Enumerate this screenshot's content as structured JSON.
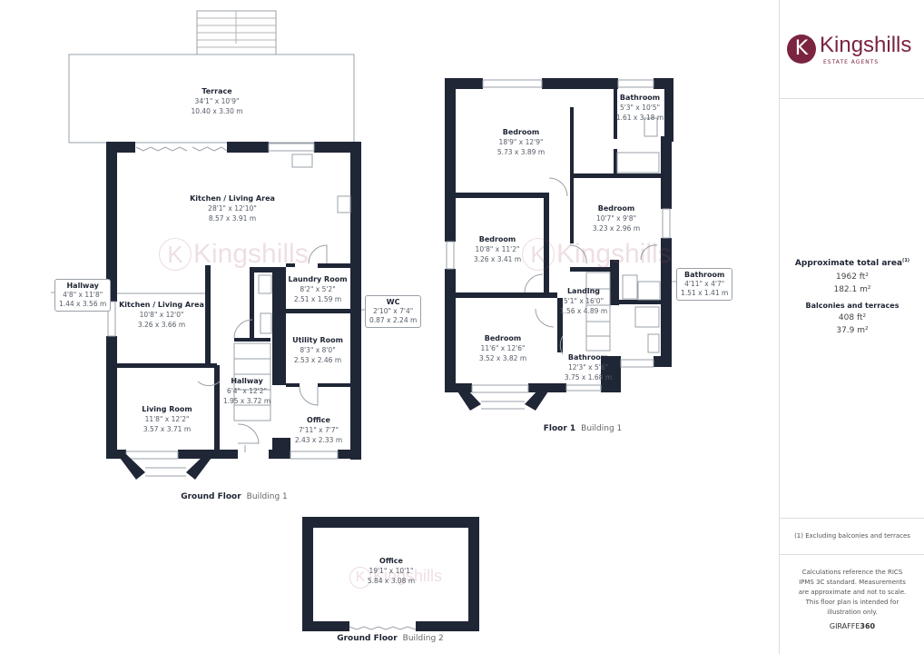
{
  "colors": {
    "wall": "#1f2636",
    "brand": "#7b2440",
    "thin": "#9aa0a8"
  },
  "ground_b1": {
    "caption": {
      "floor": "Ground Floor",
      "building": "Building 1"
    },
    "rooms": [
      {
        "name": "Terrace",
        "imperial": "34'1\" x 10'9\"",
        "metric": "10.40 x 3.30 m"
      },
      {
        "name": "Kitchen / Living Area",
        "imperial": "28'1\" x 12'10\"",
        "metric": "8.57 x 3.91 m"
      },
      {
        "name": "Kitchen / Living Area",
        "imperial": "10'8\" x 12'0\"",
        "metric": "3.26 x 3.66 m"
      },
      {
        "name": "Laundry Room",
        "imperial": "8'2\" x 5'2\"",
        "metric": "2.51 x 1.59 m"
      },
      {
        "name": "Utility Room",
        "imperial": "8'3\" x 8'0\"",
        "metric": "2.53 x 2.46 m"
      },
      {
        "name": "Hallway",
        "imperial": "6'4\" x 12'2\"",
        "metric": "1.95 x 3.72 m"
      },
      {
        "name": "Living Room",
        "imperial": "11'8\" x 12'2\"",
        "metric": "3.57 x 3.71 m"
      },
      {
        "name": "Office",
        "imperial": "7'11\" x 7'7\"",
        "metric": "2.43 x 2.33 m"
      }
    ],
    "callouts": [
      {
        "name": "Hallway",
        "imperial": "4'8\" x 11'8\"",
        "metric": "1.44 x 3.56 m"
      },
      {
        "name": "WC",
        "imperial": "2'10\" x 7'4\"",
        "metric": "0.87 x 2.24 m"
      }
    ]
  },
  "floor1_b1": {
    "caption": {
      "floor": "Floor 1",
      "building": "Building 1"
    },
    "rooms": [
      {
        "name": "Bedroom",
        "imperial": "18'9\" x 12'9\"",
        "metric": "5.73 x 3.89 m"
      },
      {
        "name": "Bathroom",
        "imperial": "5'3\" x 10'5\"",
        "metric": "1.61 x 3.18 m"
      },
      {
        "name": "Bedroom",
        "imperial": "10'7\" x 9'8\"",
        "metric": "3.23 x 2.96 m"
      },
      {
        "name": "Bedroom",
        "imperial": "10'8\" x 11'2\"",
        "metric": "3.26 x 3.41 m"
      },
      {
        "name": "Landing",
        "imperial": "5'1\" x 16'0\"",
        "metric": "1.56 x 4.89 m"
      },
      {
        "name": "Bedroom",
        "imperial": "11'6\" x 12'6\"",
        "metric": "3.52 x 3.82 m"
      },
      {
        "name": "Bathroom",
        "imperial": "12'3\" x 5'6\"",
        "metric": "3.75 x 1.68 m"
      }
    ],
    "callouts": [
      {
        "name": "Bathroom",
        "imperial": "4'11\" x 4'7\"",
        "metric": "1.51 x 1.41 m"
      }
    ]
  },
  "ground_b2": {
    "caption": {
      "floor": "Ground Floor",
      "building": "Building 2"
    },
    "rooms": [
      {
        "name": "Office",
        "imperial": "19'1\" x 10'1\"",
        "metric": "5.84 x 3.08 m"
      }
    ]
  },
  "watermark": {
    "letter": "K",
    "text": "Kingshills"
  },
  "panel": {
    "logo": {
      "letter": "K",
      "name": "Kingshills",
      "tagline": "ESTATE AGENTS"
    },
    "total_title": "Approximate total area",
    "total_sup": "(1)",
    "total_ft": "1962 ft²",
    "total_m": "182.1 m²",
    "balc_title": "Balconies and terraces",
    "balc_ft": "408 ft²",
    "balc_m": "37.9 m²",
    "footnote": "(1) Excluding balconies and terraces",
    "disclaimer": "Calculations reference the RICS IPMS 3C standard. Measurements are approximate and not to scale. This floor plan is intended for illustration only.",
    "brand_a": "GIRAFFE",
    "brand_b": "360"
  }
}
